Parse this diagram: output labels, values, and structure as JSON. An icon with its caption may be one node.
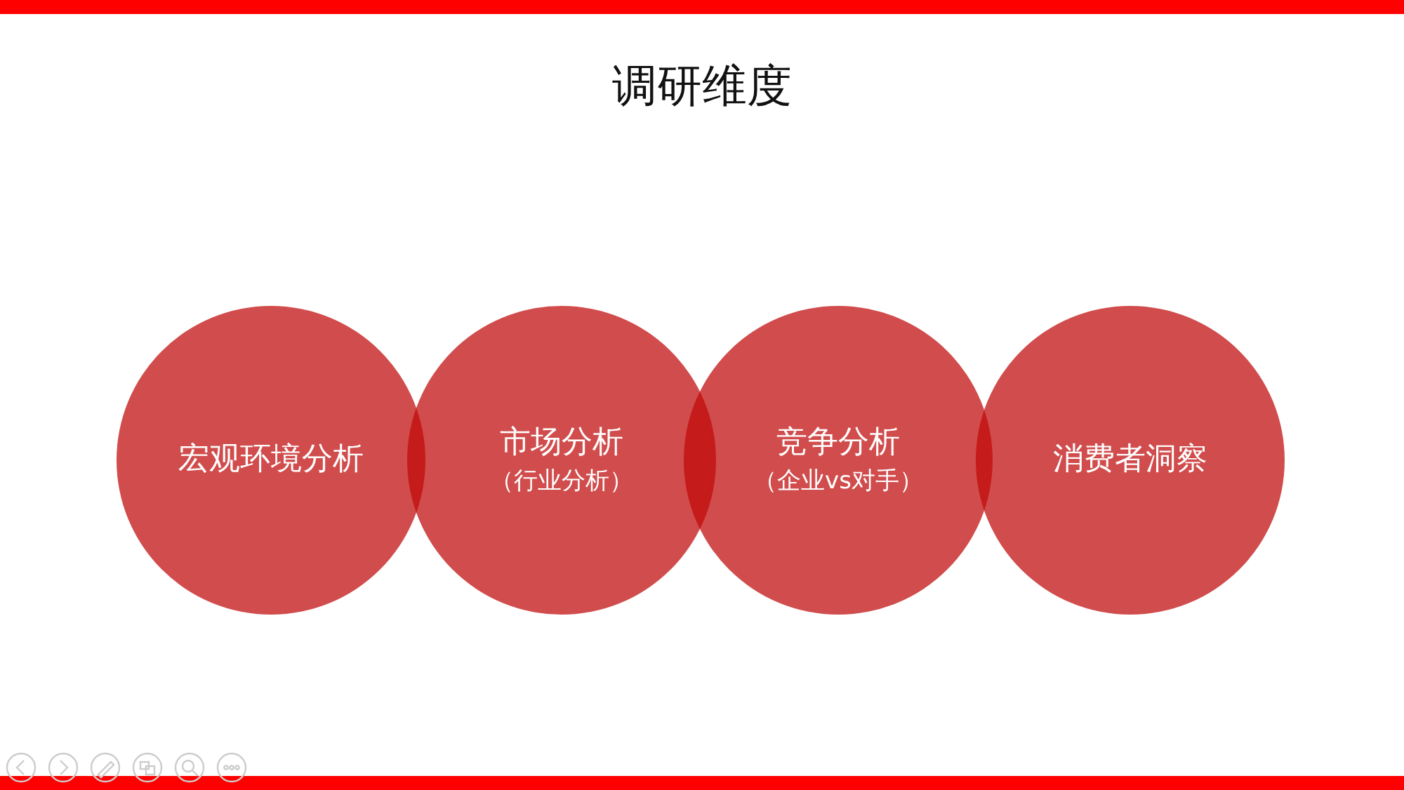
{
  "diagram": {
    "title": "调研维度",
    "nodes": [
      {
        "text": [
          "宏观环境分析"
        ]
      },
      {
        "text": [
          "市场分析",
          "（行业分析）"
        ]
      },
      {
        "text": [
          "竞争分析",
          "（企业vs对手）"
        ]
      },
      {
        "text": [
          "消费者洞察"
        ]
      }
    ]
  }
}
